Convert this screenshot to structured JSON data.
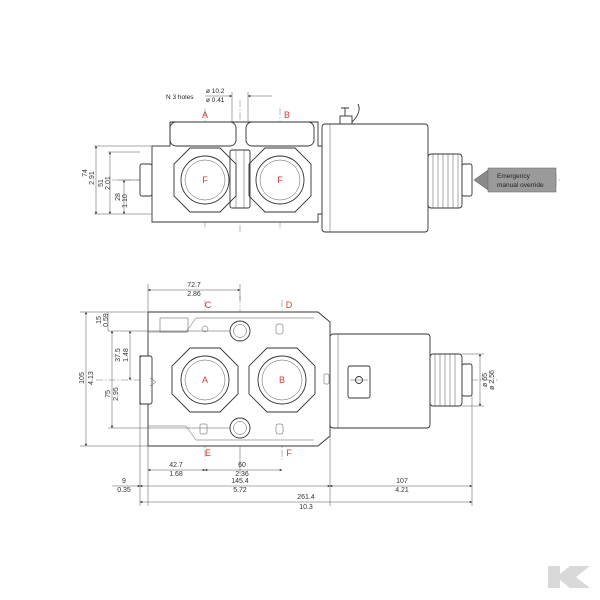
{
  "top_view": {
    "holes_label": "N 3 holes",
    "hole_dia_mm": "ø 10.2",
    "hole_dia_in": "ø 0.41",
    "ports": [
      "A",
      "B"
    ],
    "inner_ports": [
      "F",
      "F"
    ],
    "dims_vertical": [
      {
        "mm": "74",
        "in": "2.91"
      },
      {
        "mm": "51",
        "in": "2.01"
      },
      {
        "mm": "28",
        "in": "1.10"
      }
    ],
    "callout": {
      "line1": "Emergency",
      "line2": "manual override"
    }
  },
  "bottom_view": {
    "top_ports": [
      "C",
      "D"
    ],
    "bottom_ports": [
      "E",
      "F"
    ],
    "inner_ports": [
      "A",
      "B"
    ],
    "dim_top": {
      "mm": "72.7",
      "in": "2.86"
    },
    "dim_15": {
      "mm": "15",
      "in": "0.59"
    },
    "dim_105": {
      "mm": "105",
      "in": "4.13"
    },
    "dim_75": {
      "mm": "75",
      "in": "2.95"
    },
    "dim_37_5": {
      "mm": "37.5",
      "in": "1.48"
    },
    "dim_coil": {
      "mm": "ø 65",
      "in": "ø 2.56"
    },
    "dim_42_7": {
      "mm": "42.7",
      "in": "1.68"
    },
    "dim_60": {
      "mm": "60",
      "in": "2.36"
    },
    "dim_9": {
      "mm": "9",
      "in": "0.35"
    },
    "dim_145_4": {
      "mm": "145.4",
      "in": "5.72"
    },
    "dim_107": {
      "mm": "107",
      "in": "4.21"
    },
    "dim_261_4": {
      "mm": "261.4",
      "in": "10.3"
    }
  },
  "logo_text": "K"
}
